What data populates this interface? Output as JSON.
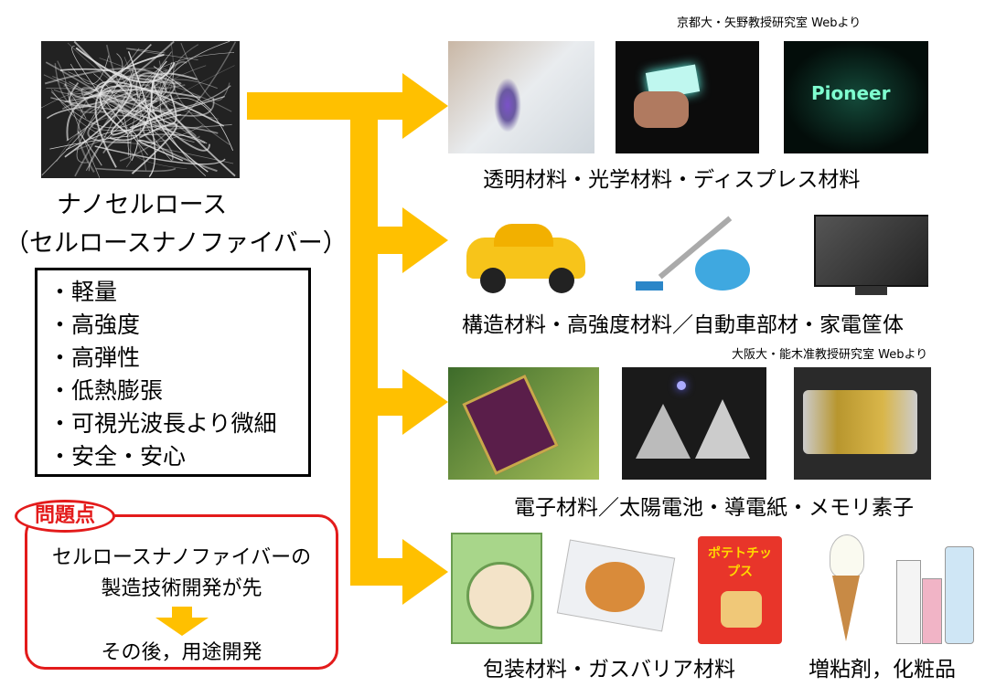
{
  "nanocellulose": {
    "title": "ナノセルロース",
    "subtitle": "（セルロースナノファイバー）"
  },
  "properties": [
    "・軽量",
    "・高強度",
    "・高弾性",
    "・低熱膨張",
    "・可視光波長より微細",
    "・安全・安心"
  ],
  "problem": {
    "label": "問題点",
    "line1": "セルロースナノファイバーの",
    "line2": "製造技術開発が先",
    "line3": "その後，用途開発"
  },
  "applications": {
    "credit_kyoto": "京都大・矢野教授研究室 Webより",
    "credit_osaka": "大阪大・能木准教授研究室 Webより",
    "row1": "透明材料・光学材料・ディスプレス材料",
    "row2": "構造材料・高強度材料／自動車部材・家電筐体",
    "row3": "電子材料／太陽電池・導電紙・メモリ素子",
    "row4a": "包装材料・ガスバリア材料",
    "row4b": "増粘剤，化粧品",
    "oled_text": "Pioneer",
    "chips_text": "ポテトチップス"
  },
  "colors": {
    "arrow": "#FFC000",
    "problem": "#E31B1B"
  }
}
